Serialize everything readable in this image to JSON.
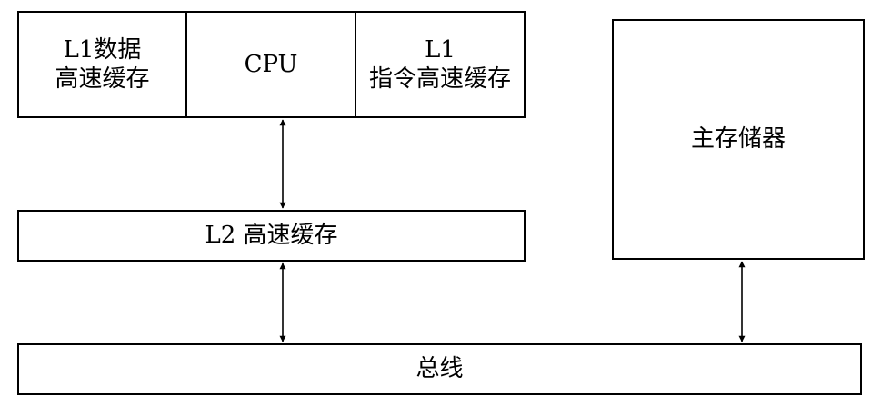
{
  "cpu_block": {
    "l1_data_cache": {
      "line1": "L1数据",
      "line2": "高速缓存"
    },
    "cpu": "CPU",
    "l1_instruction_cache": {
      "line1": "L1",
      "line2": "指令高速缓存"
    }
  },
  "l2_cache": "L2 高速缓存",
  "main_memory": "主存储器",
  "bus": "总线"
}
